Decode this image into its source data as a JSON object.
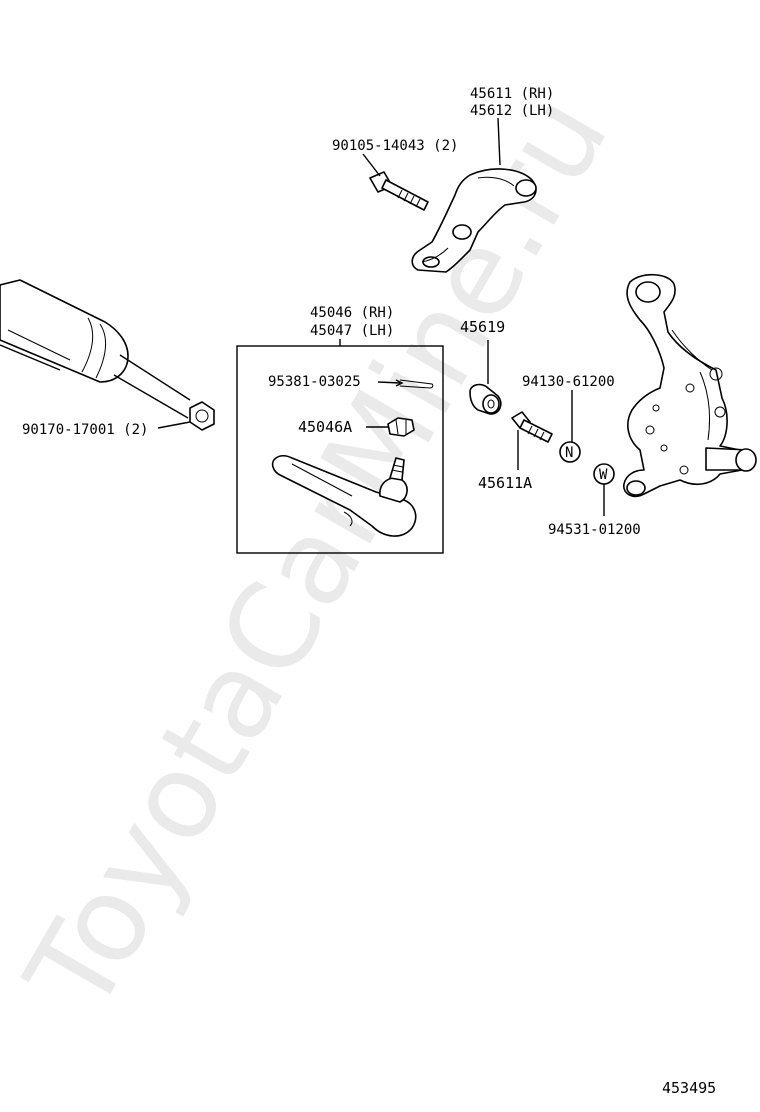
{
  "watermark": "ToyotaCarMine.ru",
  "diagram_id": "453495",
  "labels": {
    "arm_rh": "45611 (RH)",
    "arm_lh": "45612 (LH)",
    "bolt_arm": "90105-14043 (2)",
    "tie_rod_end_rh": "45046 (RH)",
    "tie_rod_end_lh": "45047 (LH)",
    "cotter_pin": "95381-03025",
    "castle_nut": "45046A",
    "nut_rack": "90170-17001 (2)",
    "bushing": "45619",
    "bolt_small": "45611A",
    "nut_n": "94130-61200",
    "washer_w": "94531-01200",
    "nut_n_letter": "N",
    "washer_w_letter": "W"
  }
}
